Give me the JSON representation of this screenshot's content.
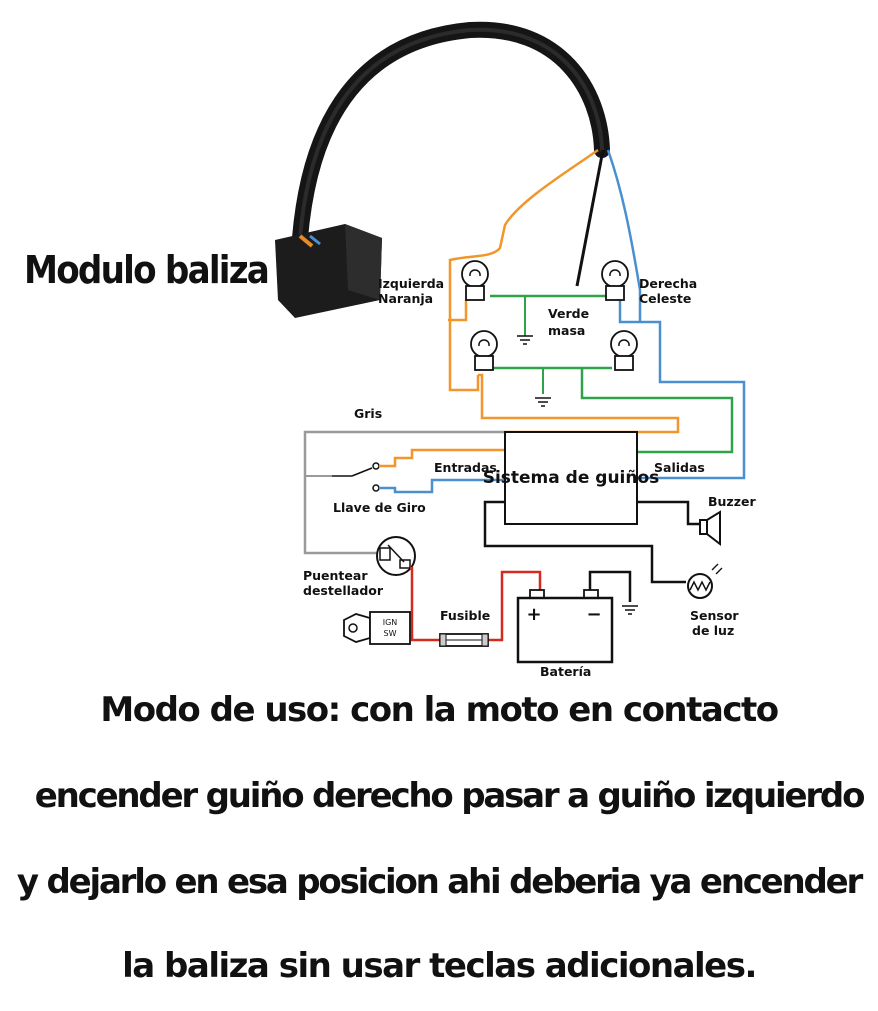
{
  "title": "Modulo baliza",
  "labels": {
    "izquierda_line1": "Izquierda",
    "izquierda_line2": "Naranja",
    "derecha_line1": "Derecha",
    "derecha_line2": "Celeste",
    "verde_line1": "Verde",
    "verde_line2": "masa",
    "gris": "Gris",
    "entradas": "Entradas",
    "salidas": "Salidas",
    "sistema": "Sistema de guiños",
    "llave_de_giro": "Llave de Giro",
    "buzzer": "Buzzer",
    "puentear_line1": "Puentear",
    "puentear_line2": "destellador",
    "fusible": "Fusible",
    "ign_line1": "IGN",
    "ign_line2": "SW",
    "sensor_line1": "Sensor",
    "sensor_line2": "de luz",
    "bateria": "Batería",
    "plus": "+",
    "minus": "−"
  },
  "instructions": [
    "Modo de uso: con la moto en contacto",
    "encender guiño derecho pasar a guiño izquierdo",
    "y dejarlo en esa posicion ahi deberia ya encender",
    "la baliza sin usar teclas adicionales."
  ],
  "colors": {
    "orange": "#f0962a",
    "blue": "#4a8fd0",
    "green": "#2fa24a",
    "gray": "#9a9a9a",
    "red": "#d62a1e",
    "black": "#111111",
    "module": "#1c1c1c"
  }
}
